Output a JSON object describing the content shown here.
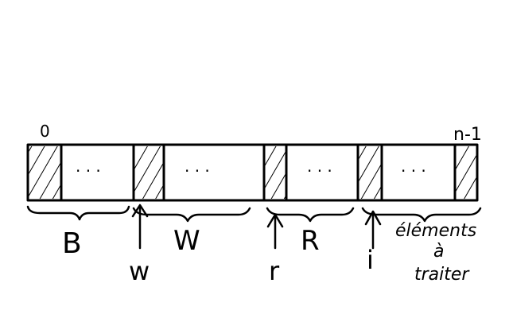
{
  "array": {
    "index_start": "0",
    "index_end": "n-1",
    "dots": "· · ·"
  },
  "regions": [
    {
      "label": "B"
    },
    {
      "label": "W"
    },
    {
      "label": "R"
    },
    {
      "label_lines": [
        "éléments",
        "à",
        "traiter"
      ]
    }
  ],
  "pointers": [
    {
      "label": "w"
    },
    {
      "label": "r"
    },
    {
      "label": "i"
    }
  ],
  "colors": {
    "ink": "#000000",
    "background": "#ffffff"
  }
}
